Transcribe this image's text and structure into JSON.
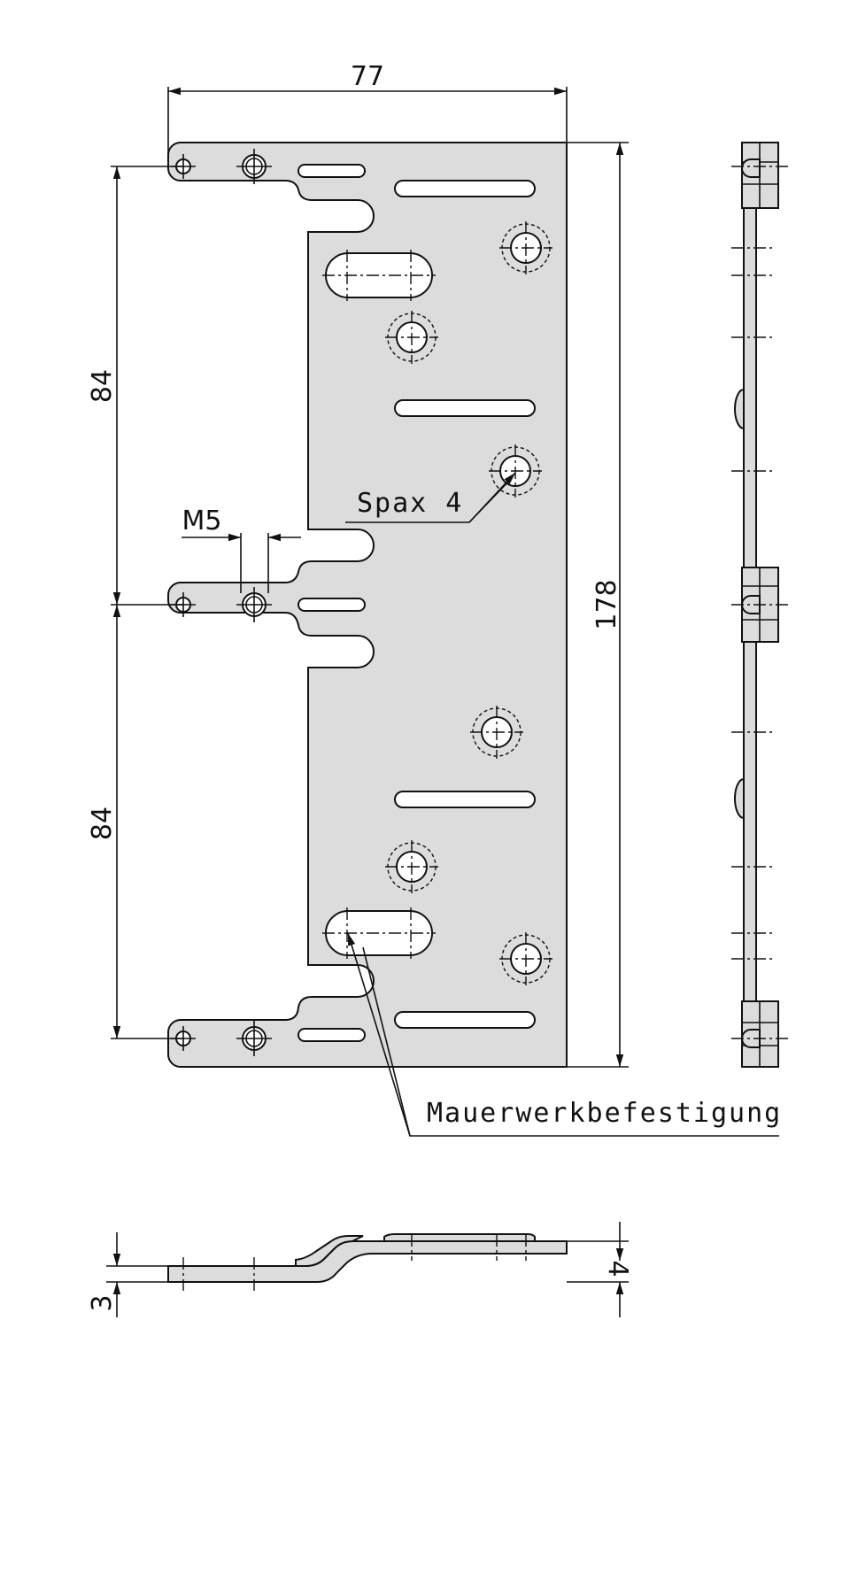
{
  "dimensions": {
    "width": "77",
    "height": "178",
    "spacing_upper": "84",
    "spacing_lower": "84",
    "thread": "M5",
    "thickness_base": "3",
    "thickness_total": "4"
  },
  "labels": {
    "screw": "Spax 4",
    "masonry": "Mauerwerkbefestigung"
  }
}
